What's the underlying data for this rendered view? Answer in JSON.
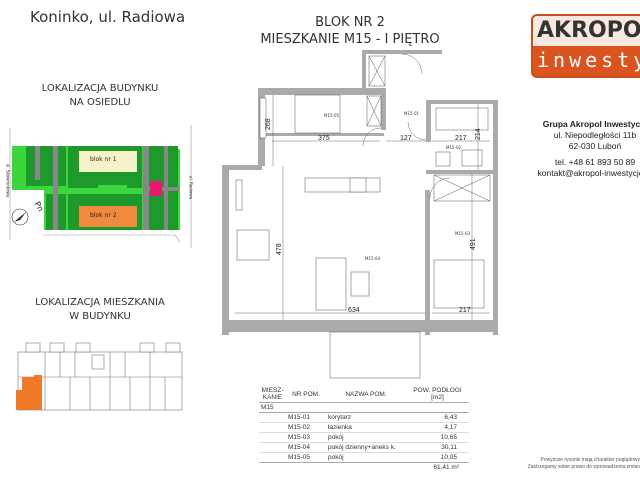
{
  "header": {
    "location": "Koninko, ul. Radiowa",
    "block": "BLOK NR 2",
    "apartment": "MIESZKANIE M15 - I PIĘTRO"
  },
  "site_plan": {
    "title_line1": "LOKALIZACJA BUDYNKU",
    "title_line2": "NA OSIEDLU",
    "block1": "blok nr 1",
    "block2": "blok nr 2",
    "street_left": "ul. Skowronkowa",
    "street_right": "ul. Radiowa",
    "compass": "Pn",
    "highlight_color": "#e8196e",
    "block1_color": "#f7f3c8",
    "block2_color": "#f08a3c",
    "green": "#3bd63b",
    "dark_green": "#1e9a2c"
  },
  "building_plan": {
    "title_line1": "LOKALIZACJA MIESZKANIA",
    "title_line2": "W BUDYNKU",
    "highlight_color": "#f07a2a"
  },
  "brand": {
    "logo_top": "AKROPOL",
    "logo_bottom": "inwestycje",
    "company": "Grupa Akropol Inwestycje",
    "street": "ul. Niepodległości 11b",
    "city": "62-030 Luboń",
    "phone": "tel. +48 61 893 50 89",
    "email": "kontakt@akropol-inwestycje.pl"
  },
  "floor_plan": {
    "dimensions": {
      "bedroom_height": "268",
      "bedroom_width": "375",
      "hall_width": "127",
      "bath_width": "217",
      "bath_height": "214",
      "living_height": "478",
      "living_width": "634",
      "room_height": "491",
      "room_width": "217"
    },
    "tags": {
      "bedroom": "M15-05",
      "hall": "M15-01",
      "bath": "M15-02",
      "room": "M15-03",
      "living": "M15-04"
    }
  },
  "room_table": {
    "headers": [
      "MIESZ-\nKANIE",
      "NR POM.",
      "NAZWA POM.",
      "POW. PODŁOGI [m2]"
    ],
    "apartment": "M15",
    "rows": [
      {
        "nr": "M15-01",
        "name": "korytarz",
        "area": "6,43"
      },
      {
        "nr": "M15-02",
        "name": "łazienka",
        "area": "4,17"
      },
      {
        "nr": "M15-03",
        "name": "pokój",
        "area": "10,65"
      },
      {
        "nr": "M15-04",
        "name": "pokój dzienny+aneks k.",
        "area": "30,11"
      },
      {
        "nr": "M15-05",
        "name": "pokój",
        "area": "10,05"
      }
    ],
    "total": "61,41 m²"
  },
  "disclaimer": {
    "line1": "Powyższe rysunki mają charakter poglądowy",
    "line2": "Zastrzegamy sobie prawo do wprowadzenia zmian"
  }
}
